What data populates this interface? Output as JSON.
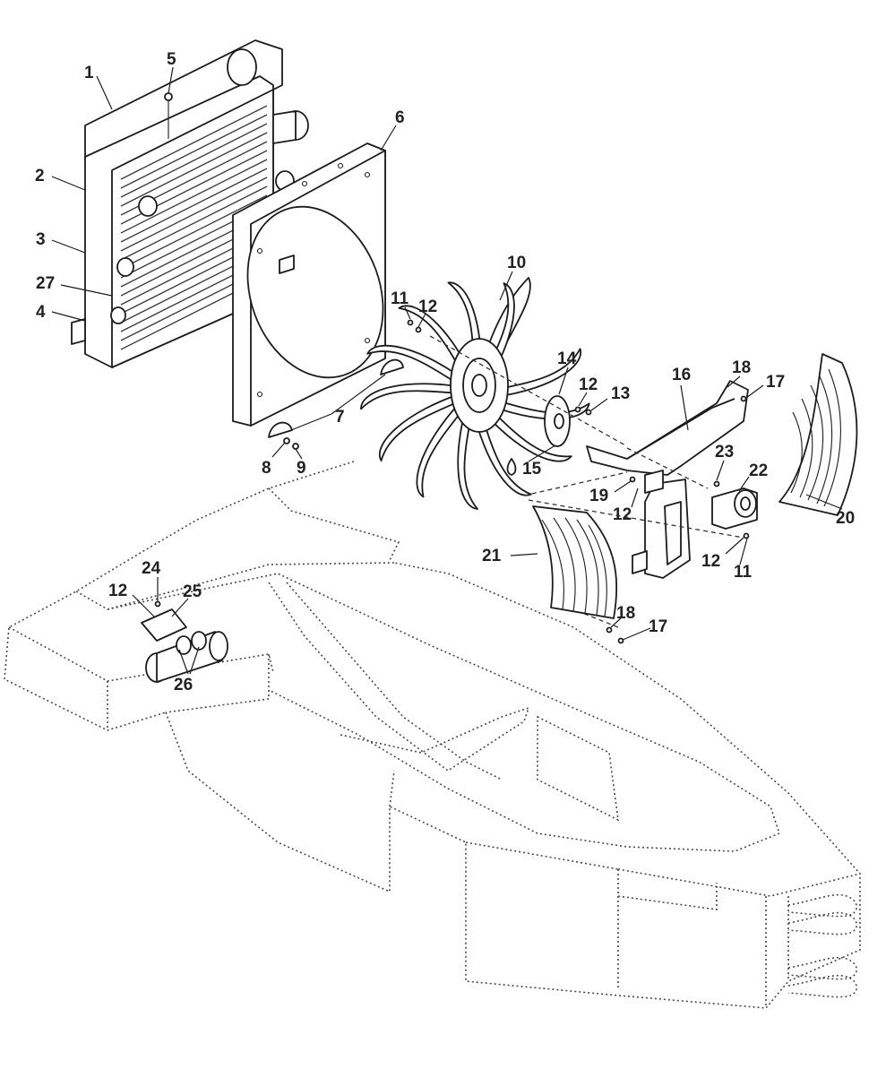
{
  "diagram": {
    "callouts": [
      {
        "id": "c1",
        "text": "1"
      },
      {
        "id": "c2",
        "text": "2"
      },
      {
        "id": "c3",
        "text": "3"
      },
      {
        "id": "c4",
        "text": "4"
      },
      {
        "id": "c5",
        "text": "5"
      },
      {
        "id": "c6",
        "text": "6"
      },
      {
        "id": "c7",
        "text": "7"
      },
      {
        "id": "c8",
        "text": "8"
      },
      {
        "id": "c9",
        "text": "9"
      },
      {
        "id": "c10",
        "text": "10"
      },
      {
        "id": "c11a",
        "text": "11"
      },
      {
        "id": "c12a",
        "text": "12"
      },
      {
        "id": "c14",
        "text": "14"
      },
      {
        "id": "c12b",
        "text": "12"
      },
      {
        "id": "c13",
        "text": "13"
      },
      {
        "id": "c15",
        "text": "15"
      },
      {
        "id": "c16",
        "text": "16"
      },
      {
        "id": "c18a",
        "text": "18"
      },
      {
        "id": "c17a",
        "text": "17"
      },
      {
        "id": "c23",
        "text": "23"
      },
      {
        "id": "c22",
        "text": "22"
      },
      {
        "id": "c19",
        "text": "19"
      },
      {
        "id": "c12c",
        "text": "12"
      },
      {
        "id": "c12d",
        "text": "12"
      },
      {
        "id": "c11b",
        "text": "11"
      },
      {
        "id": "c20",
        "text": "20"
      },
      {
        "id": "c21",
        "text": "21"
      },
      {
        "id": "c18b",
        "text": "18"
      },
      {
        "id": "c17b",
        "text": "17"
      },
      {
        "id": "c24",
        "text": "24"
      },
      {
        "id": "c12e",
        "text": "12"
      },
      {
        "id": "c25",
        "text": "25"
      },
      {
        "id": "c26",
        "text": "26"
      },
      {
        "id": "c27",
        "text": "27"
      }
    ]
  }
}
